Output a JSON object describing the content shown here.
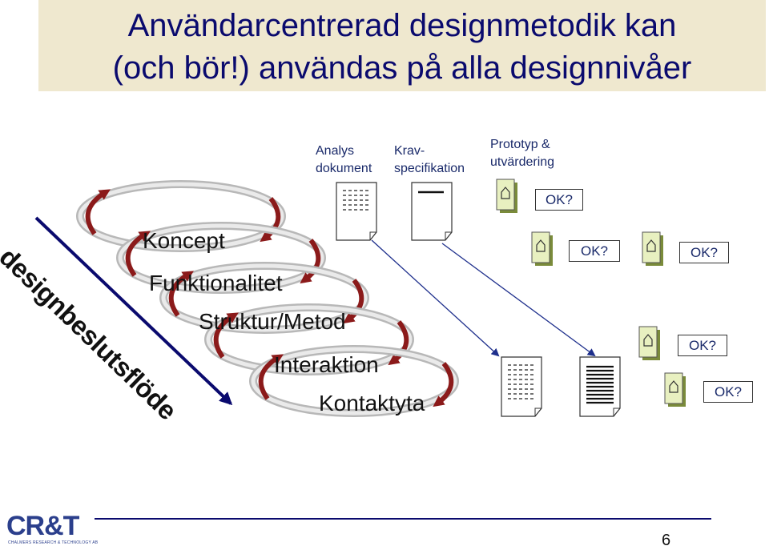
{
  "title": {
    "line1": "Användarcentrerad designmetodik kan",
    "line2": "(och bör!) användas på alla designnivåer"
  },
  "columns": {
    "analys": "Analys\ndokument",
    "krav": "Krav-\nspecifikation",
    "prototyp": "Prototyp &\nutvärdering"
  },
  "layers": [
    "Koncept",
    "Funktionalitet",
    "Struktur/Metod",
    "Interaktion",
    "Kontaktyta"
  ],
  "flow_label": "designbeslutsflöde",
  "ok_labels": [
    "OK?",
    "OK?",
    "OK?",
    "OK?",
    "OK?"
  ],
  "logo": {
    "text": "CR&T",
    "sub": "CHALMERS RESEARCH & TECHNOLOGY AB"
  },
  "page_number": "6",
  "colors": {
    "title_bg": "#efe8cf",
    "title_text": "#0a0a6e",
    "cycle_arrow": "#8b1a1a",
    "connector": "#1e2f8c"
  },
  "icons": [
    "document-icon",
    "house-icon",
    "cycle-arrow-icon"
  ]
}
